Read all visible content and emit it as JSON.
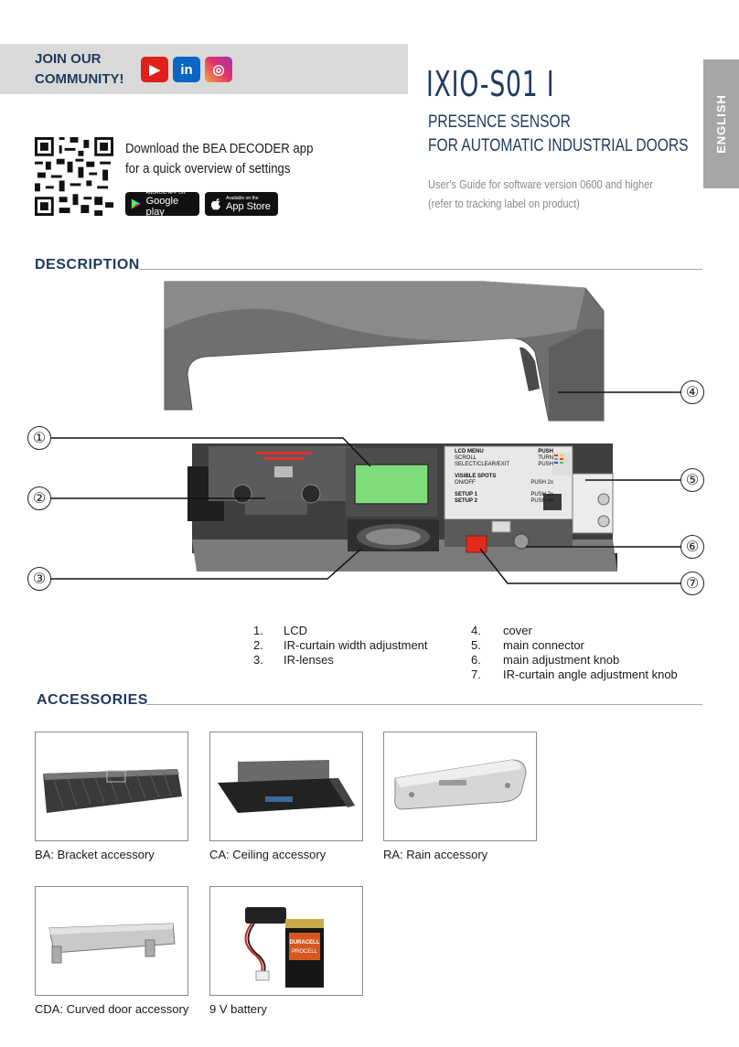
{
  "community": {
    "title_line1": "JOIN OUR",
    "title_line2": "COMMUNITY!",
    "youtube_glyph": "▶",
    "linkedin_glyph": "in",
    "instagram_glyph": "◎"
  },
  "product": {
    "title": "IXIO-S01 I",
    "subtitle_line1": "PRESENCE SENSOR",
    "subtitle_line2": "FOR AUTOMATIC INDUSTRIAL DOORS",
    "guide_line1": "User's Guide for software version 0600 and higher",
    "guide_line2": "(refer to tracking label on product)"
  },
  "language": "ENGLISH",
  "app": {
    "text_line1": "Download the BEA DECODER app",
    "text_line2": "for a quick overview of settings",
    "google": {
      "small": "ANDROID APP ON",
      "big": "Google play"
    },
    "apple": {
      "small": "Available on the",
      "big": "App Store"
    }
  },
  "sections": {
    "description": "DESCRIPTION",
    "accessories": "ACCESSORIES"
  },
  "device_panel": {
    "lcd_menu": "LCD MENU",
    "push": "PUSH",
    "scroll": "SCROLL",
    "turn": "TURN",
    "select": "SELECT/CLEAR/EXIT",
    "push2": "PUSH",
    "visible_spots": "VISIBLE SPOTS",
    "onoff": "ON/OFF",
    "push_2x": "PUSH 2x",
    "setup1": "SETUP 1",
    "setup1_push": "PUSH 2x",
    "setup2": "SETUP 2",
    "setup2_push": "PUSH 4x"
  },
  "callouts": [
    "①",
    "②",
    "③",
    "④",
    "⑤",
    "⑥",
    "⑦"
  ],
  "legend_left": [
    {
      "num": "1.",
      "label": "LCD"
    },
    {
      "num": "2.",
      "label": "IR-curtain width adjustment"
    },
    {
      "num": "3.",
      "label": "IR-lenses"
    }
  ],
  "legend_right": [
    {
      "num": "4.",
      "label": "cover"
    },
    {
      "num": "5.",
      "label": "main connector"
    },
    {
      "num": "6.",
      "label": "main adjustment knob"
    },
    {
      "num": "7.",
      "label": "IR-curtain angle adjustment knob"
    }
  ],
  "accessories": [
    {
      "caption": "BA: Bracket accessory"
    },
    {
      "caption": "CA: Ceiling accessory"
    },
    {
      "caption": "RA: Rain accessory"
    },
    {
      "caption": "CDA: Curved door accessory"
    },
    {
      "caption": "9 V battery"
    }
  ],
  "battery": {
    "brand": "DURACELL",
    "sub": "PROCELL"
  },
  "colors": {
    "navy": "#1e3a5f",
    "banner_gray": "#d9d9d9",
    "tab_gray": "#a6a6a6",
    "lcd_green": "#7fdc7a",
    "knob_red": "#e32b1c"
  }
}
